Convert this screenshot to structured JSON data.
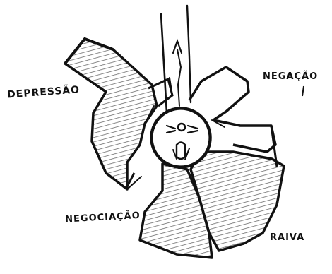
{
  "labels": {
    "depressao": "DEPRESSÃO",
    "negacao": "NEGAÇÃO",
    "negociacao": "NEGOCIAÇÃO",
    "raiva": "RAIVA"
  },
  "colors": {
    "ink": "#111111",
    "paper": "#ffffff",
    "hatch": "#6a6a6a"
  },
  "icons": [
    "upward-arrow-icon",
    "face-icon"
  ]
}
